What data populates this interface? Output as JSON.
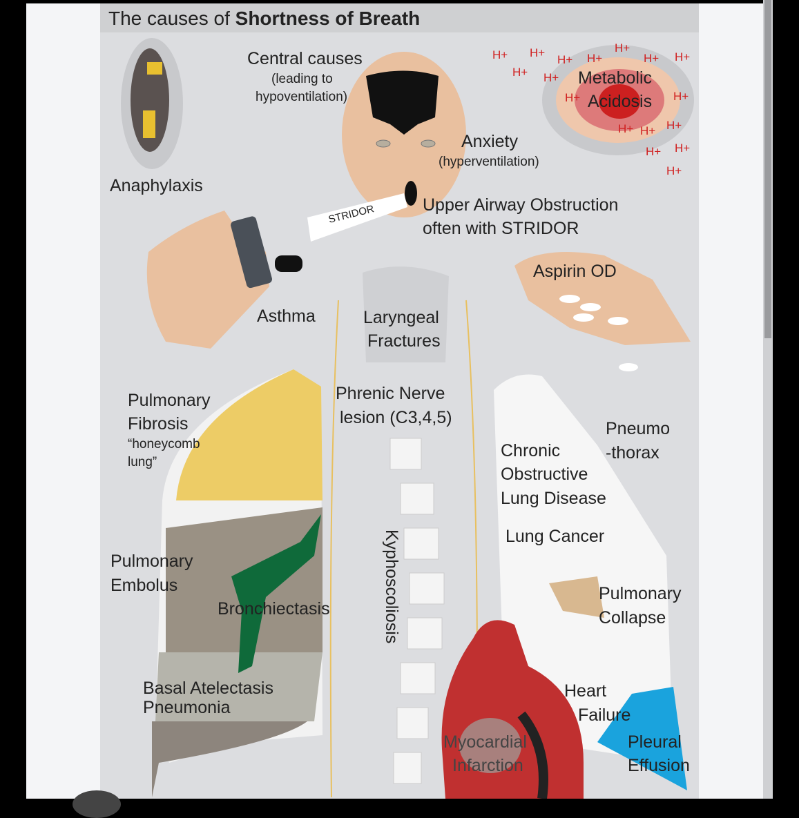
{
  "title": {
    "prefix": "The causes of ",
    "bold": "Shortness of Breath"
  },
  "labels": {
    "central": "Central causes",
    "central_sub1": "(leading to",
    "central_sub2": "hypoventilation)",
    "anaphylaxis": "Anaphylaxis",
    "metabolic1": "Metabolic",
    "metabolic2": "Acidosis",
    "anxiety": "Anxiety",
    "anxiety_sub": "(hyperventilation)",
    "stridor": "STRIDOR",
    "uao1": "Upper Airway Obstruction",
    "uao2": "often with STRIDOR",
    "aspirin": "Aspirin OD",
    "asthma": "Asthma",
    "laryngeal1": "Laryngeal",
    "laryngeal2": "Fractures",
    "fibrosis1": "Pulmonary",
    "fibrosis2": "Fibrosis",
    "fibrosis3": "“honeycomb",
    "fibrosis4": "lung”",
    "phrenic1": "Phrenic Nerve",
    "phrenic2": "lesion (C3,4,5)",
    "pneumo1": "Pneumo",
    "pneumo2": "-thorax",
    "copd1": "Chronic",
    "copd2": "Obstructive",
    "copd3": "Lung Disease",
    "cancer": "Lung Cancer",
    "pe1": "Pulmonary",
    "pe2": "Embolus",
    "bronch": "Bronchiectasis",
    "kypho": "Kyphoscoliosis",
    "collapse1": "Pulmonary",
    "collapse2": "Collapse",
    "basal1": "Basal Atelectasis",
    "basal2": "Pneumonia",
    "hf1": "Heart",
    "hf2": "Failure",
    "mi1": "Myocardial",
    "mi2": "Infarction",
    "pleural1": "Pleural",
    "pleural2": "Effusion"
  },
  "hplus": "H+"
}
